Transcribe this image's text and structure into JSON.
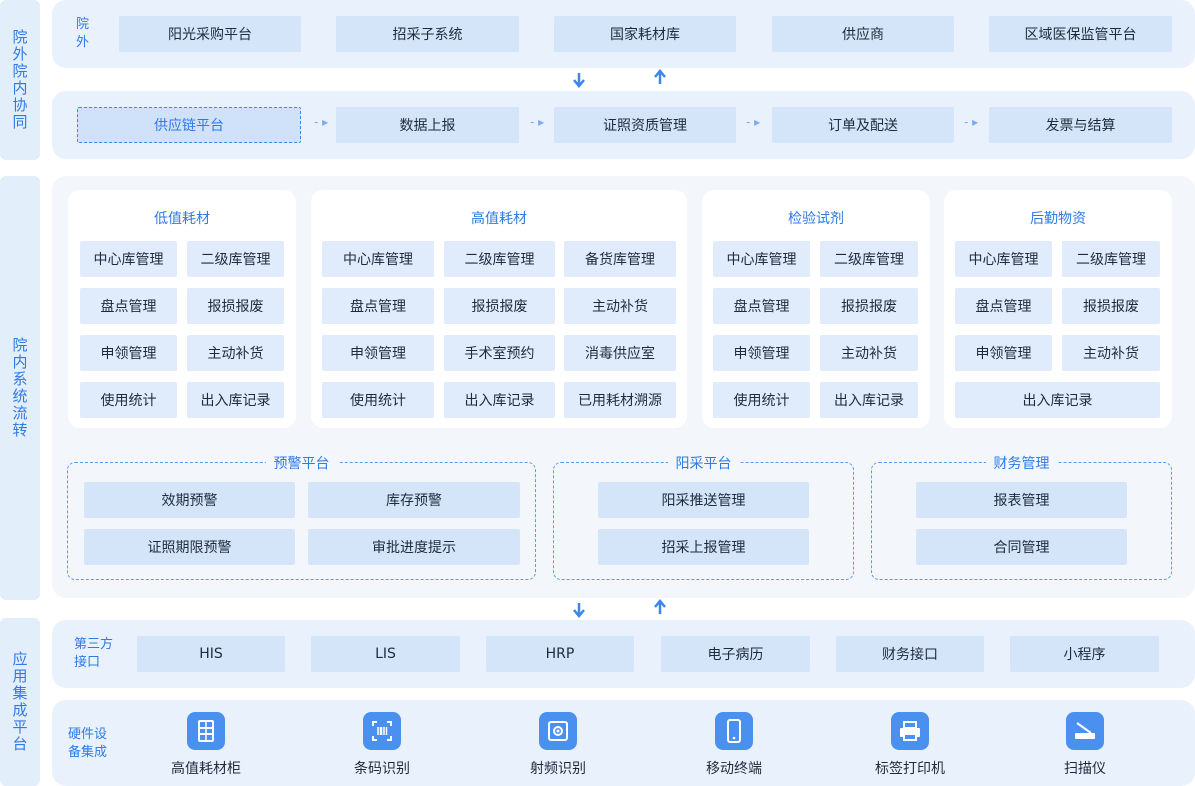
{
  "sections": {
    "external": "院外院内协同",
    "internal": "院内系统流转",
    "integration": "应用集成平台"
  },
  "outside": {
    "tag": "院外",
    "items": [
      "阳光采购平台",
      "招采子系统",
      "国家耗材库",
      "供应商",
      "区域医保监管平台"
    ]
  },
  "flow": {
    "items": [
      "供应链平台",
      "数据上报",
      "证照资质管理",
      "订单及配送",
      "发票与结算"
    ]
  },
  "cards": [
    {
      "title": "低值耗材",
      "cells": [
        "中心库管理",
        "二级库管理",
        "盘点管理",
        "报损报废",
        "申领管理",
        "主动补货",
        "使用统计",
        "出入库记录"
      ]
    },
    {
      "title": "高值耗材",
      "cells": [
        "中心库管理",
        "二级库管理",
        "备货库管理",
        "盘点管理",
        "报损报废",
        "主动补货",
        "申领管理",
        "手术室预约",
        "消毒供应室",
        "使用统计",
        "出入库记录",
        "已用耗材溯源"
      ]
    },
    {
      "title": "检验试剂",
      "cells": [
        "中心库管理",
        "二级库管理",
        "盘点管理",
        "报损报废",
        "申领管理",
        "主动补货",
        "使用统计",
        "出入库记录"
      ]
    },
    {
      "title": "后勤物资",
      "cells": [
        "中心库管理",
        "二级库管理",
        "盘点管理",
        "报损报废",
        "申领管理",
        "主动补货",
        "出入库记录"
      ]
    }
  ],
  "platforms": [
    {
      "title": "预警平台",
      "cells": [
        "效期预警",
        "库存预警",
        "证照期限预警",
        "审批进度提示"
      ]
    },
    {
      "title": "阳采平台",
      "cells": [
        "阳采推送管理",
        "招采上报管理"
      ]
    },
    {
      "title": "财务管理",
      "cells": [
        "报表管理",
        "合同管理"
      ]
    }
  ],
  "third_party": {
    "tag": "第三方接口",
    "items": [
      "HIS",
      "LIS",
      "HRP",
      "电子病历",
      "财务接口",
      "小程序"
    ]
  },
  "hardware": {
    "tag": "硬件设备集成",
    "items": [
      {
        "label": "高值耗材柜",
        "icon": "cabinet-icon"
      },
      {
        "label": "条码识别",
        "icon": "barcode-icon"
      },
      {
        "label": "射频识别",
        "icon": "rfid-icon"
      },
      {
        "label": "移动终端",
        "icon": "mobile-icon"
      },
      {
        "label": "标签打印机",
        "icon": "printer-icon"
      },
      {
        "label": "扫描仪",
        "icon": "scanner-icon"
      }
    ]
  },
  "colors": {
    "accent": "#2f7ae5",
    "box": "#d5e5f9",
    "panel": "#e9f1fc"
  }
}
